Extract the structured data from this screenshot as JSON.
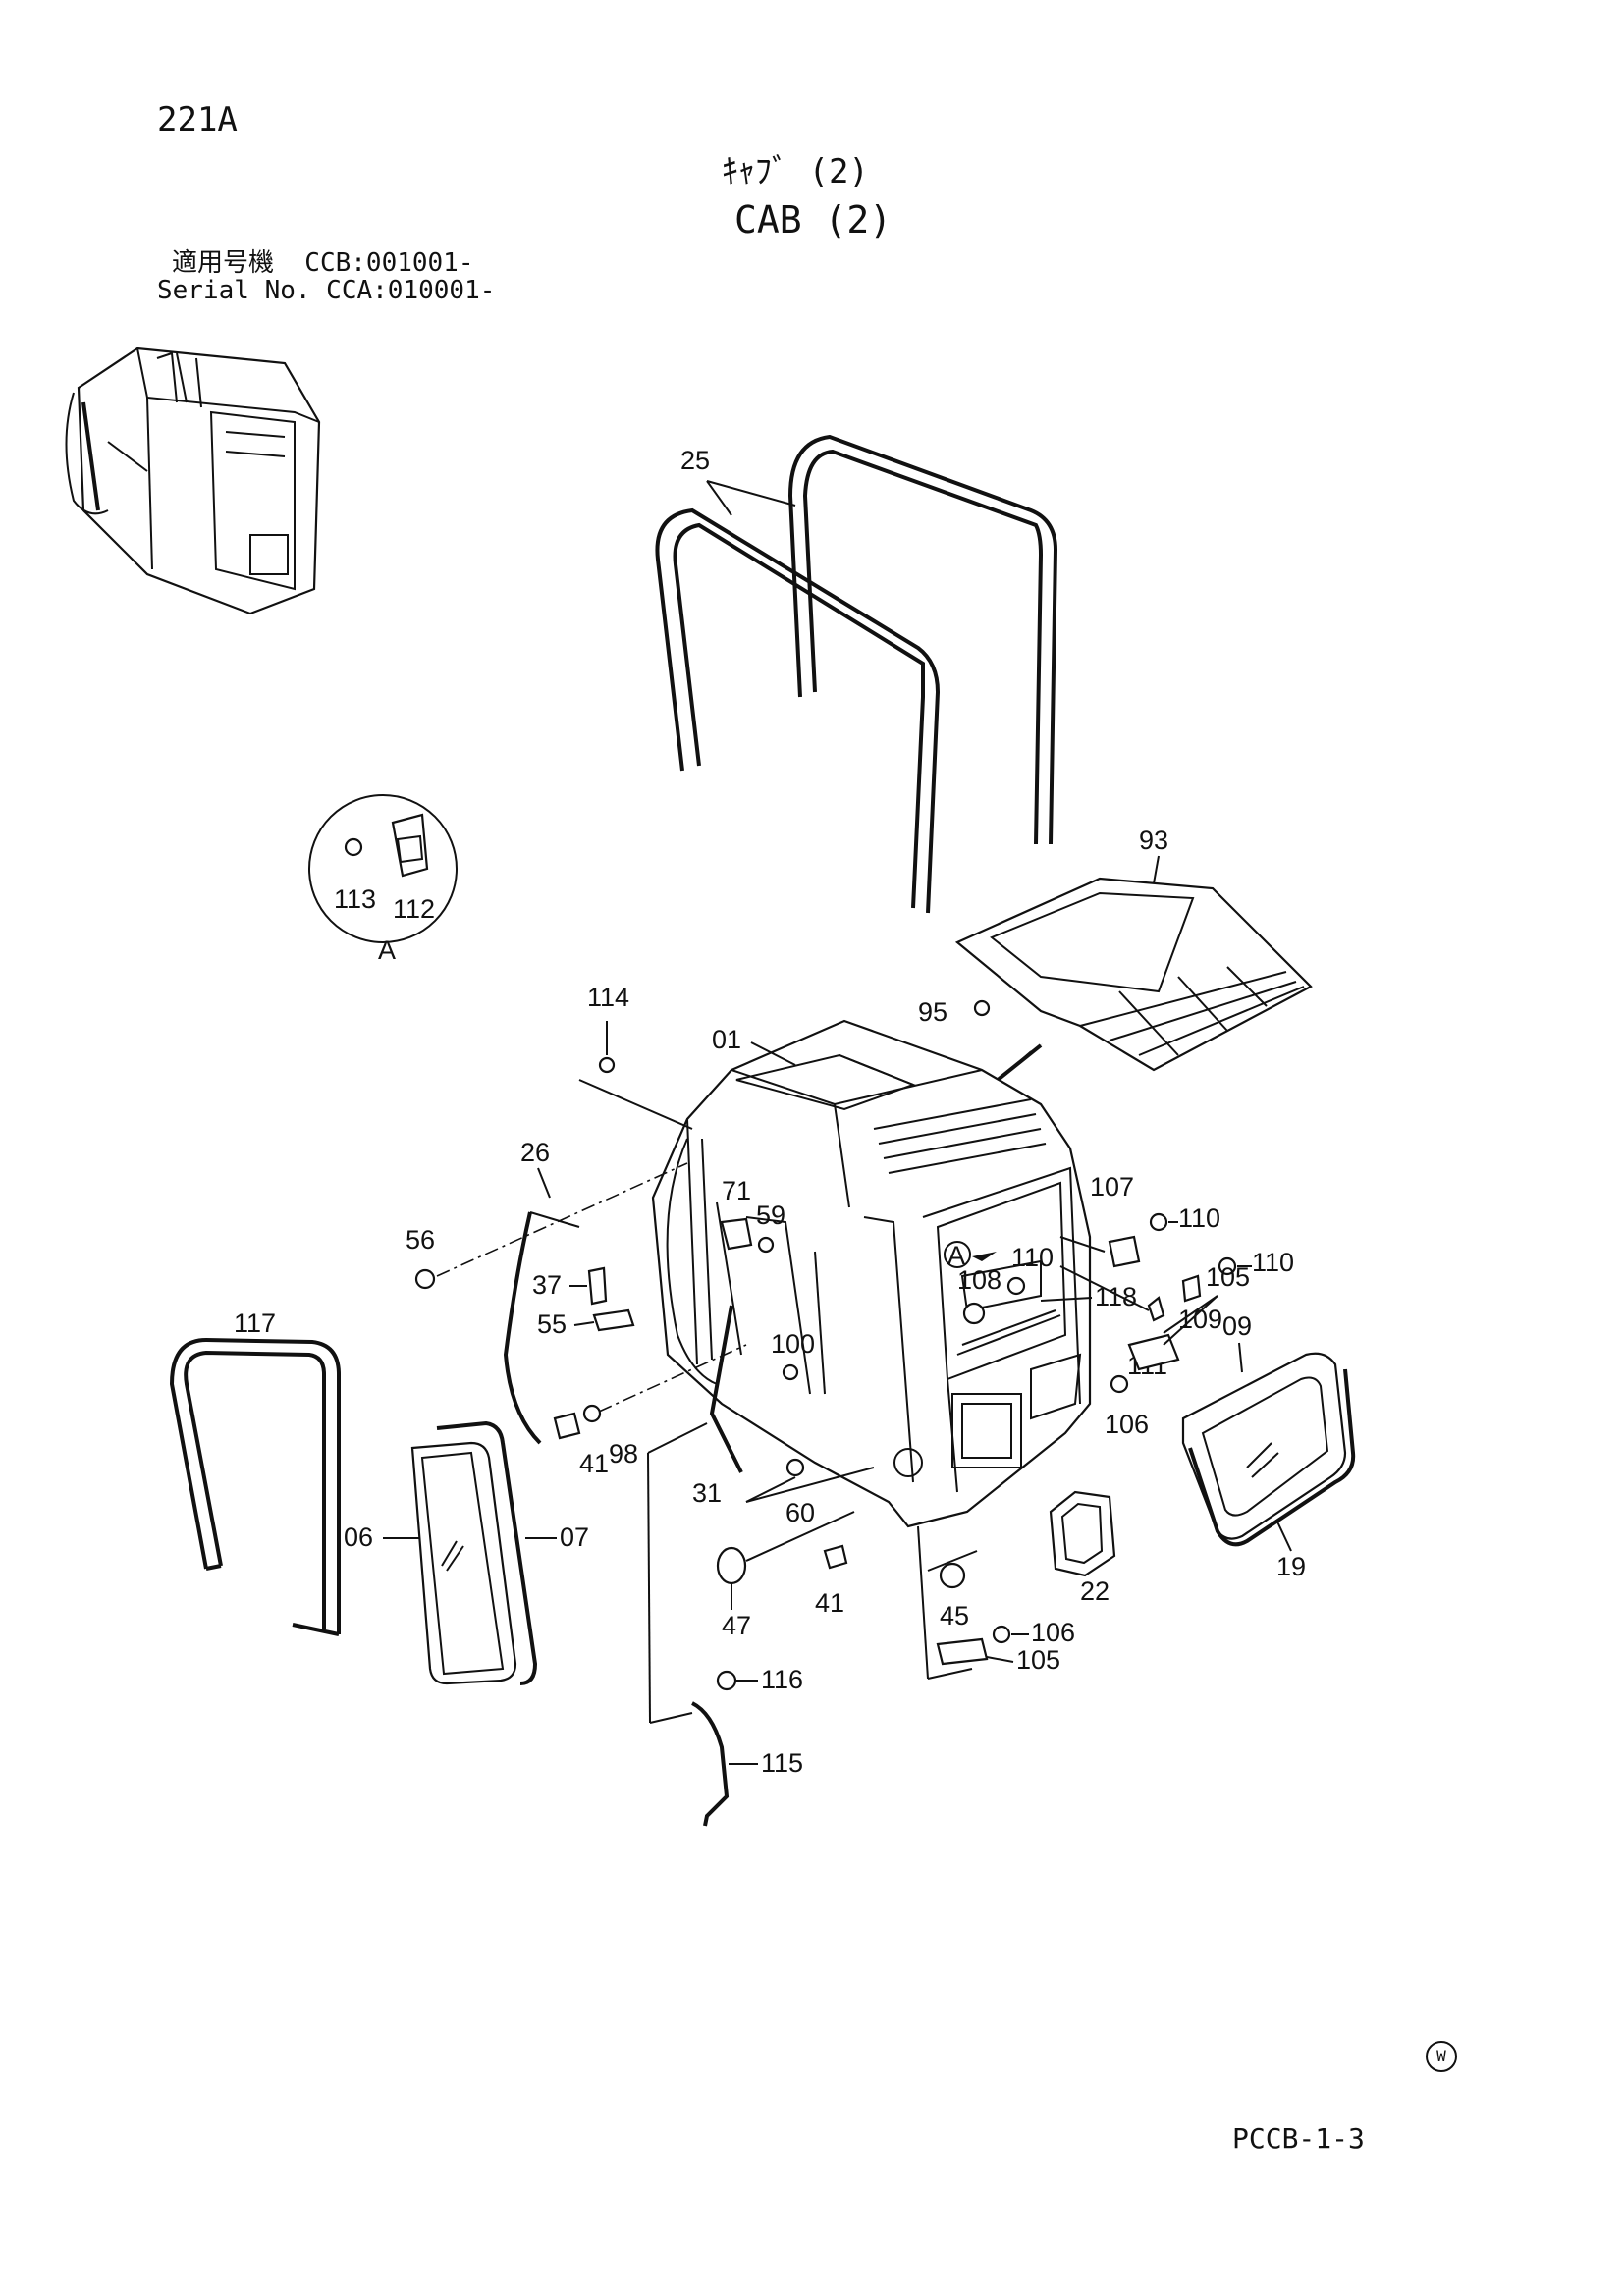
{
  "header": {
    "page_code": "221A",
    "title_jp": "ｷｬﾌﾞ (2)",
    "title_en": "CAB (2)",
    "serial_jp": "適用号機  CCB:001001-",
    "serial_en": "Serial No. CCA:010001-"
  },
  "footer": {
    "code": "PCCB-1-3",
    "mark": "W"
  },
  "callouts": {
    "c25": "25",
    "c93": "93",
    "c113": "113",
    "c112": "112",
    "detailA": "A",
    "c95": "95",
    "c114": "114",
    "c01": "01",
    "c26": "26",
    "c107": "107",
    "c110a": "110",
    "c110b": "110",
    "c71": "71",
    "c59": "59",
    "c56": "56",
    "c109": "109",
    "c110c": "110",
    "c111": "111",
    "c37": "37",
    "c108": "108",
    "c118": "118",
    "c105a": "105",
    "c55": "55",
    "c117": "117",
    "c100": "100",
    "c09": "09",
    "c106a": "106",
    "c41a": "41",
    "c98": "98",
    "c31": "31",
    "c60": "60",
    "c06": "06",
    "c07": "07",
    "c22": "22",
    "c19": "19",
    "c41b": "41",
    "c47": "47",
    "c45": "45",
    "c106b": "106",
    "c105b": "105",
    "c116": "116",
    "c115": "115",
    "markerA": "A"
  }
}
